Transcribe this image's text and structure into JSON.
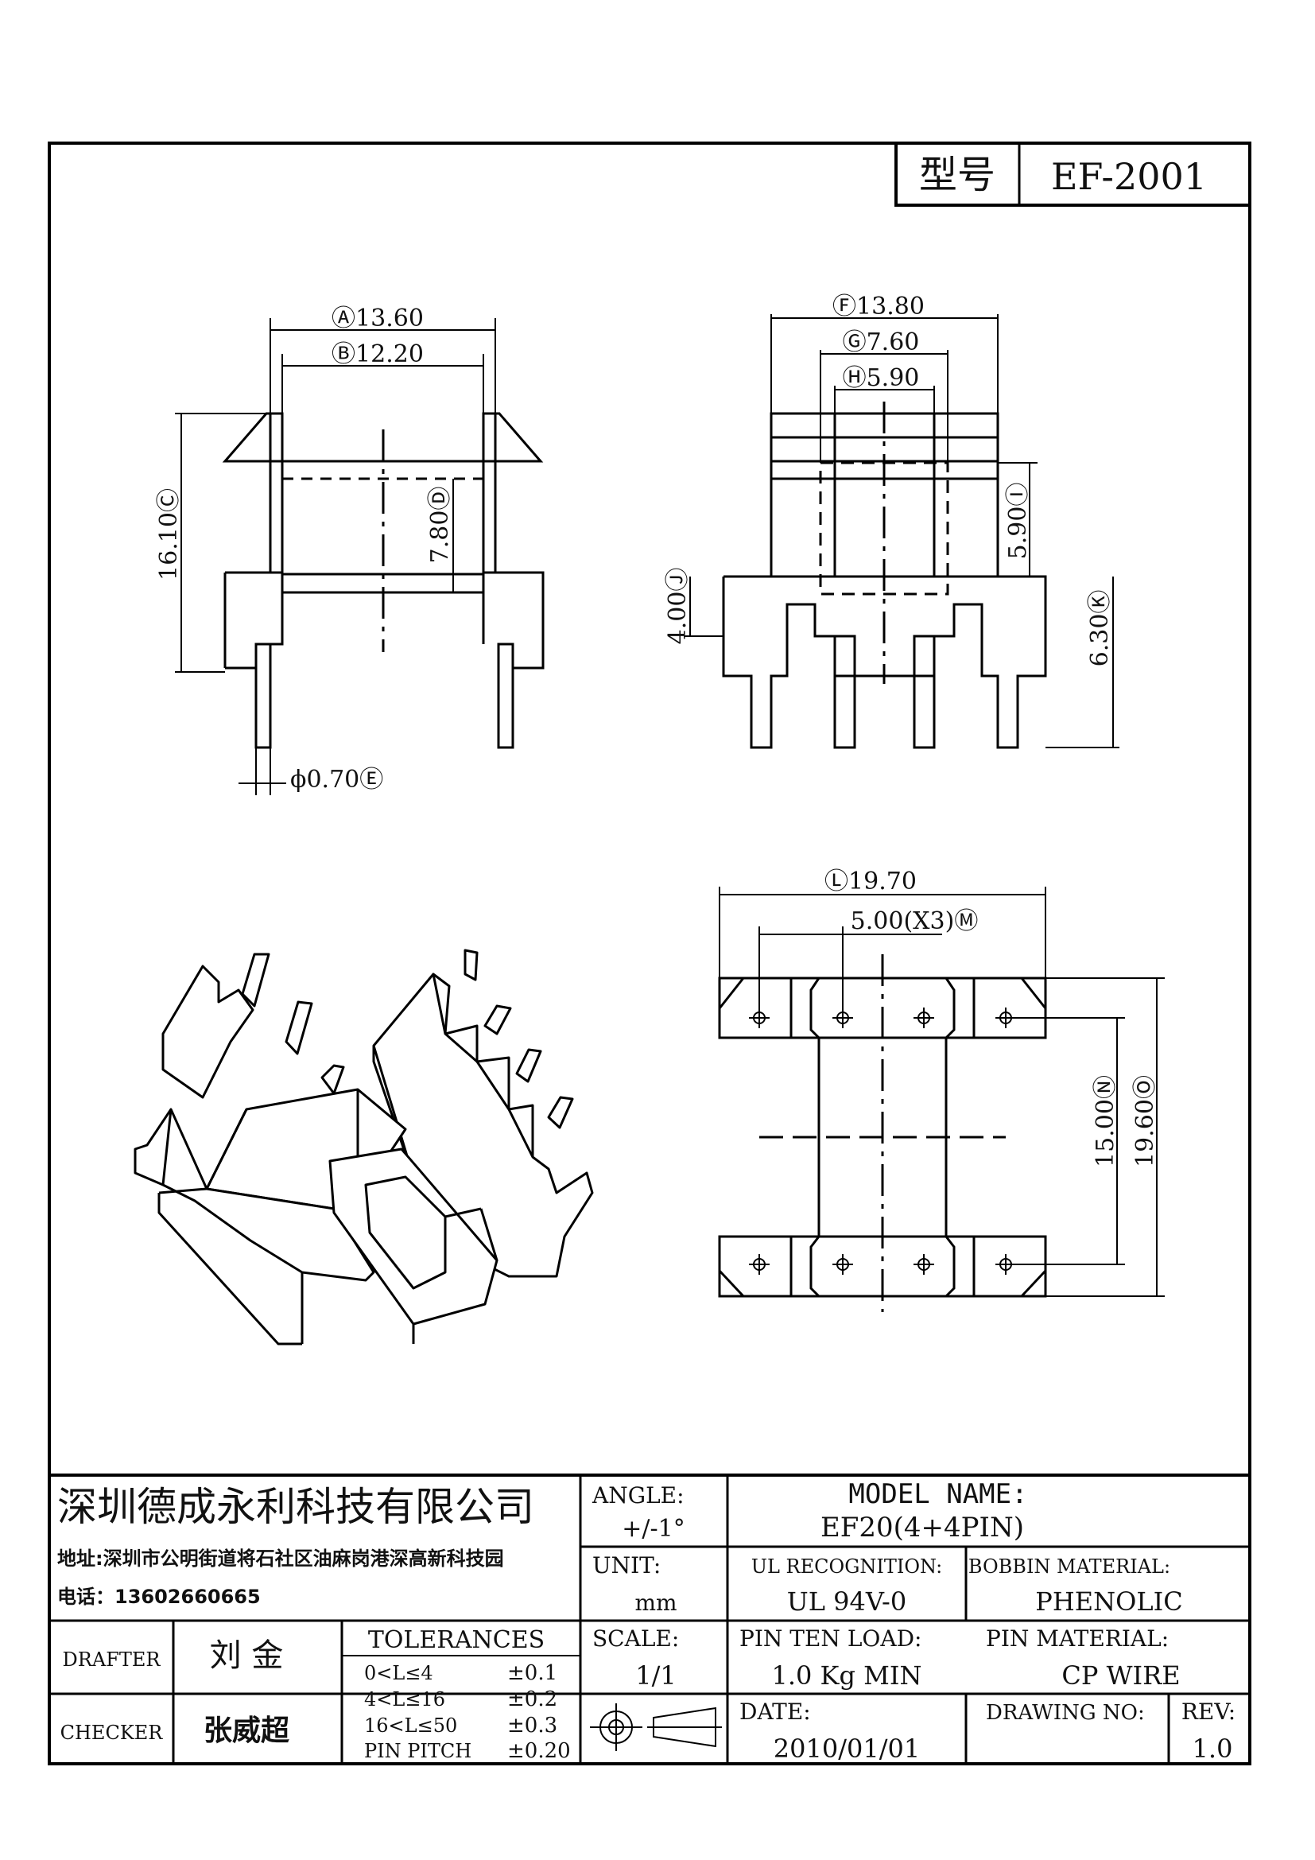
{
  "title_box": {
    "label": "型号",
    "model": "EF-2001"
  },
  "dims": {
    "a": "Ⓐ13.60",
    "b": "Ⓑ12.20",
    "c": "16.10Ⓒ",
    "d": "7.80Ⓓ",
    "e": "ϕ0.70Ⓔ",
    "f": "Ⓕ13.80",
    "g": "Ⓖ7.60",
    "h": "Ⓗ5.90",
    "i": "5.90Ⓘ",
    "j": "4.00Ⓙ",
    "k": "6.30Ⓚ",
    "l": "Ⓛ19.70",
    "m": "5.00(X3)Ⓜ",
    "n": "15.00Ⓝ",
    "o": "19.60Ⓞ"
  },
  "company": {
    "name": "深圳德成永利科技有限公司",
    "address": "地址:深圳市公明街道将石社区油麻岗港深高新科技园",
    "phone": "电话：13602660665"
  },
  "people": {
    "drafter_label": "DRAFTER",
    "drafter": "刘  金",
    "checker_label": "CHECKER",
    "checker": "张威超"
  },
  "tolerances": {
    "title": "TOLERANCES",
    "rows": [
      {
        "range": "0<L≤4",
        "value": "±0.1"
      },
      {
        "range": "4<L≤16",
        "value": "±0.2"
      },
      {
        "range": "16<L≤50",
        "value": "±0.3"
      },
      {
        "range": "PIN PITCH",
        "value": "±0.20"
      }
    ]
  },
  "fields": {
    "angle_label": "ANGLE:",
    "angle": "+/-1°",
    "unit_label": "UNIT:",
    "unit": "mm",
    "scale_label": "SCALE:",
    "scale": "1/1",
    "model_label": "MODEL NAME:",
    "model": "EF20(4+4PIN)",
    "ul_label": "UL RECOGNITION:",
    "ul": "UL 94V-0",
    "bobbin_label": "BOBBIN MATERIAL:",
    "bobbin": "PHENOLIC",
    "pin_load_label": "PIN TEN LOAD:",
    "pin_load": "1.0 Kg MIN",
    "pin_material_label": "PIN MATERIAL:",
    "pin_material": "CP WIRE",
    "date_label": "DATE:",
    "date": "2010/01/01",
    "drawing_no_label": "DRAWING NO:",
    "drawing_no": "",
    "rev_label": "REV:",
    "rev": "1.0"
  }
}
